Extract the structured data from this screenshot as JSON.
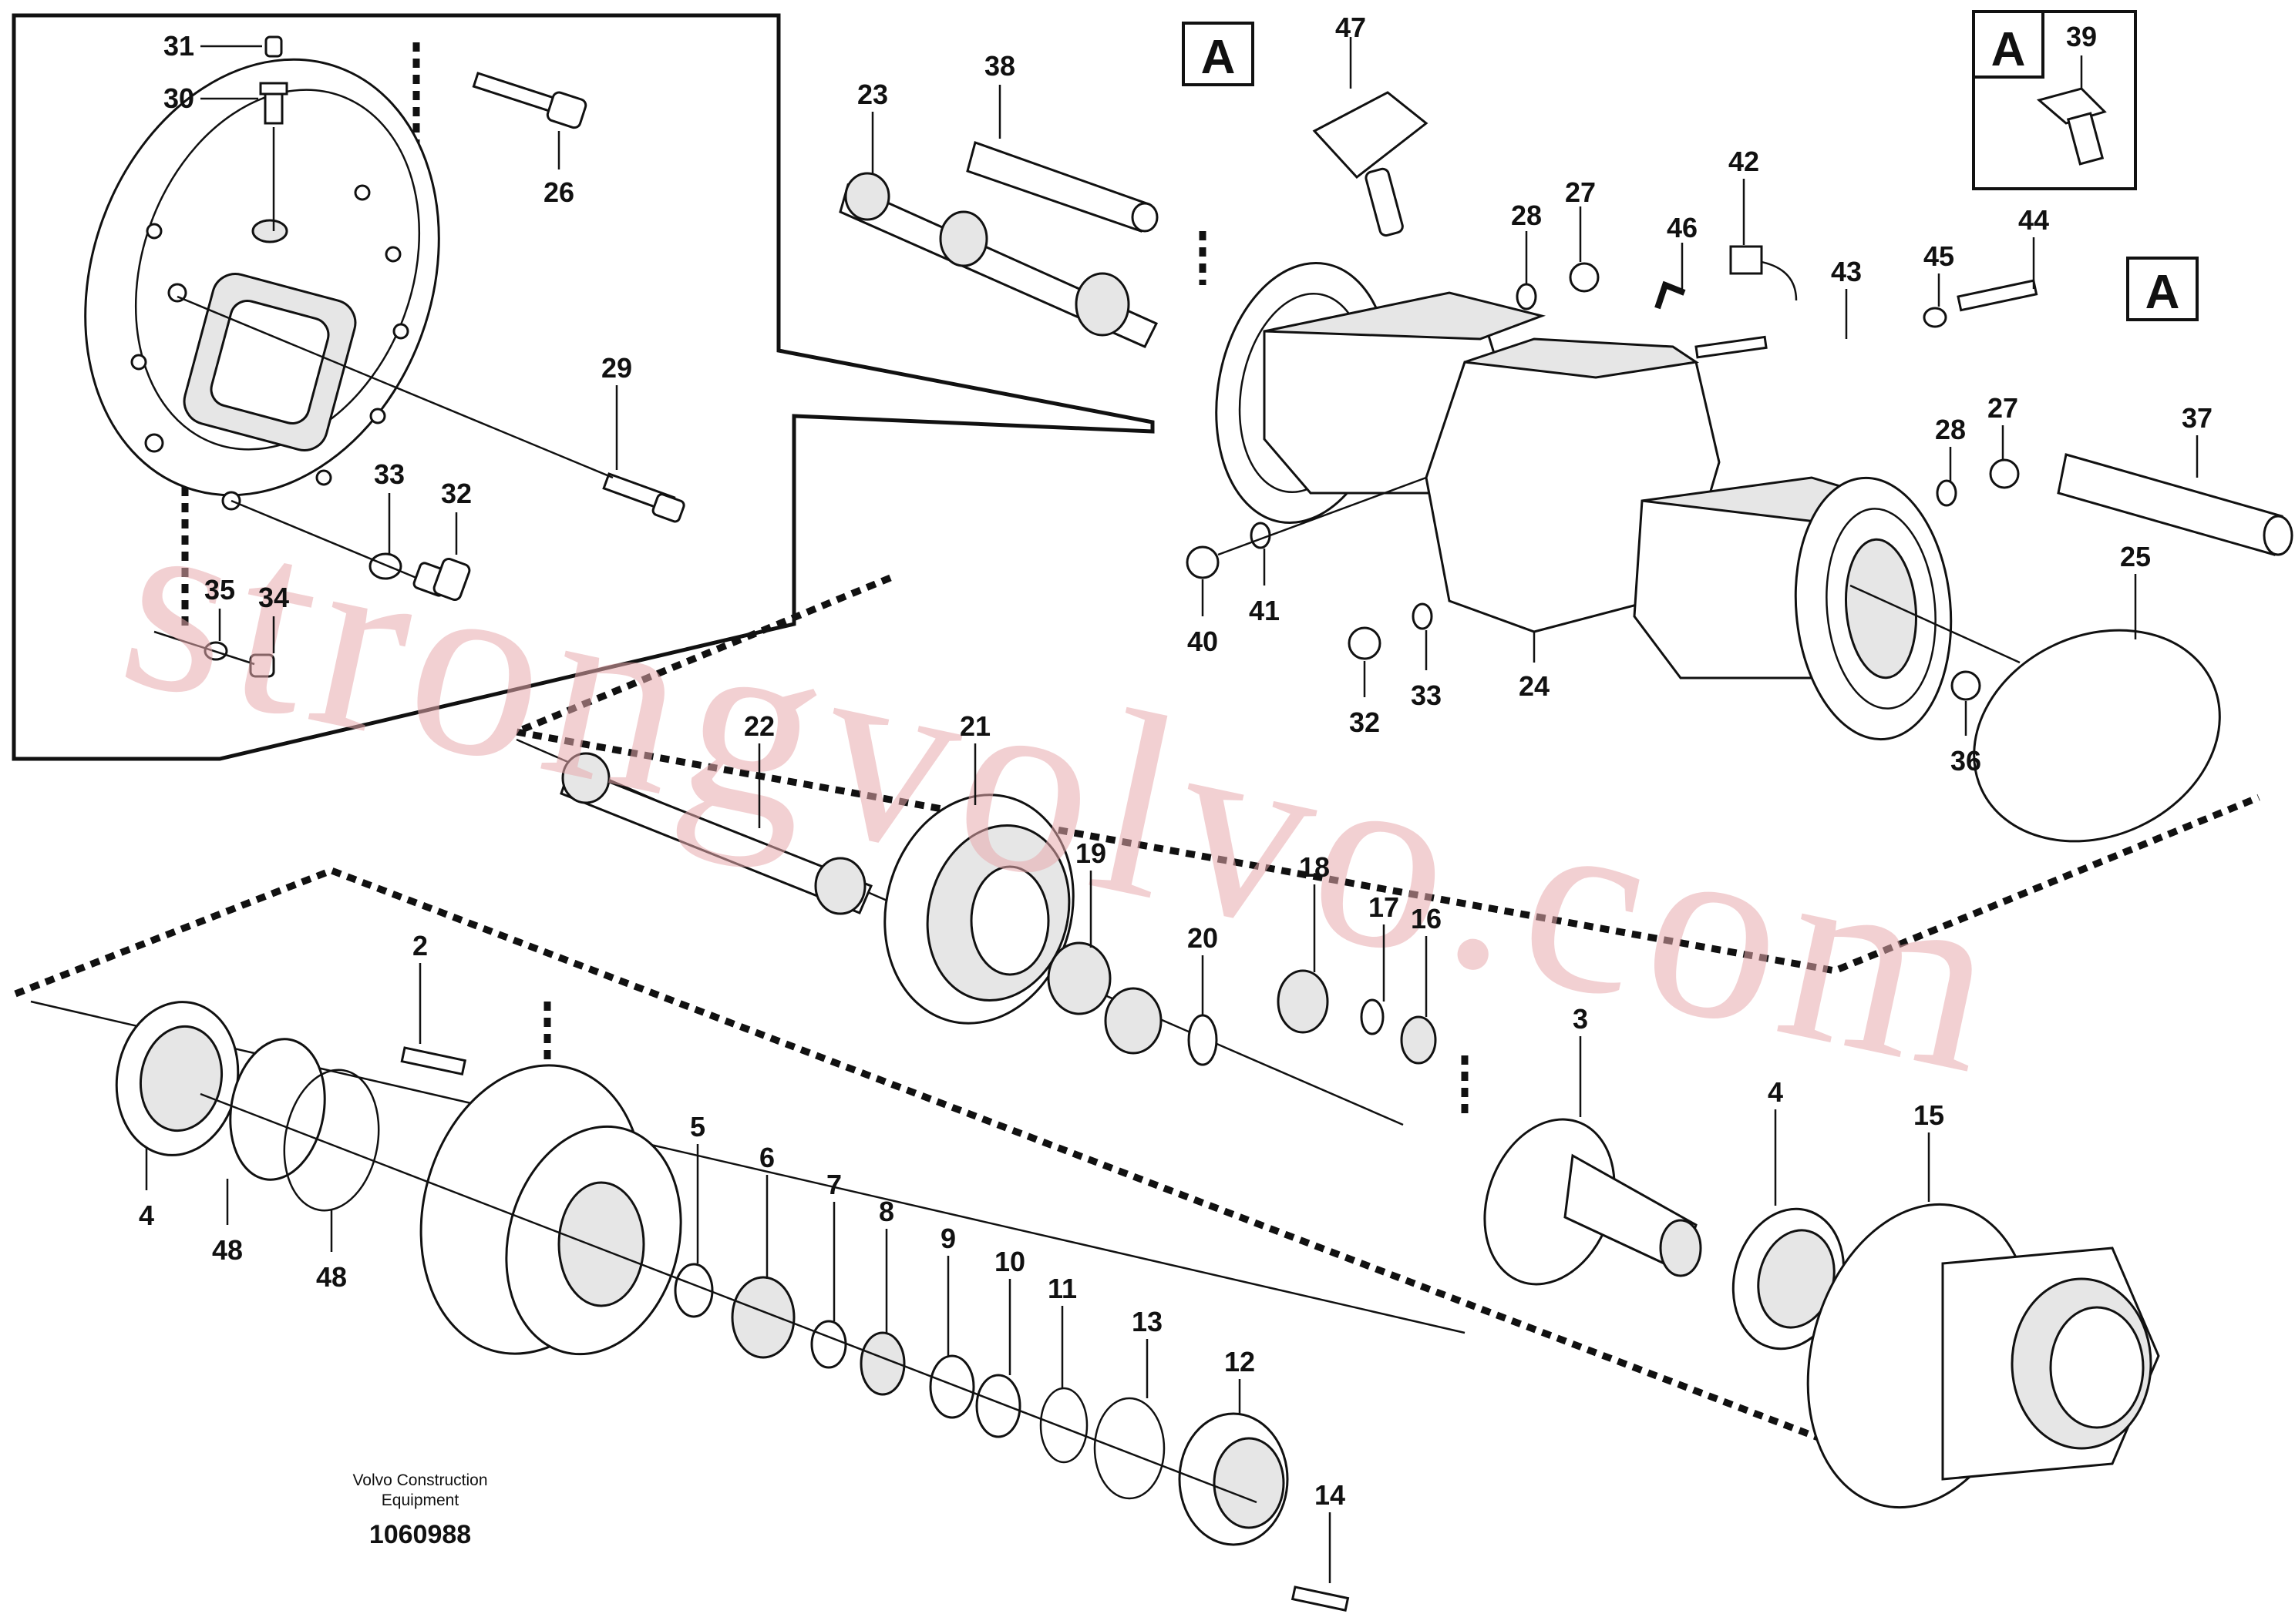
{
  "diagram": {
    "reference_tag": "A",
    "company": "Volvo Construction Equipment",
    "company_line1": "Volvo Construction",
    "company_line2": "Equipment",
    "drawing_number": "1060988",
    "watermark": "strongvolvo.com",
    "callouts": {
      "p31": "31",
      "p30": "30",
      "p26": "26",
      "p29": "29",
      "p33a": "33",
      "p32a": "32",
      "p35": "35",
      "p34": "34",
      "p23": "23",
      "p38": "38",
      "p47": "47",
      "p39": "39",
      "p28a": "28",
      "p27a": "27",
      "p46": "46",
      "p42": "42",
      "p43": "43",
      "p45": "45",
      "p44": "44",
      "p37": "37",
      "p28b": "28",
      "p27b": "27",
      "p25": "25",
      "p40": "40",
      "p41": "41",
      "p32b": "32",
      "p33b": "33",
      "p24": "24",
      "p36": "36",
      "p22": "22",
      "p21": "21",
      "p19": "19",
      "p20": "20",
      "p18": "18",
      "p17": "17",
      "p16": "16",
      "p3": "3",
      "p2": "2",
      "p4a": "4",
      "p48a": "48",
      "p48b": "48",
      "p5": "5",
      "p6": "6",
      "p7": "7",
      "p8": "8",
      "p9": "9",
      "p10": "10",
      "p11": "11",
      "p13": "13",
      "p12": "12",
      "p14": "14",
      "p4b": "4",
      "p15": "15"
    }
  }
}
